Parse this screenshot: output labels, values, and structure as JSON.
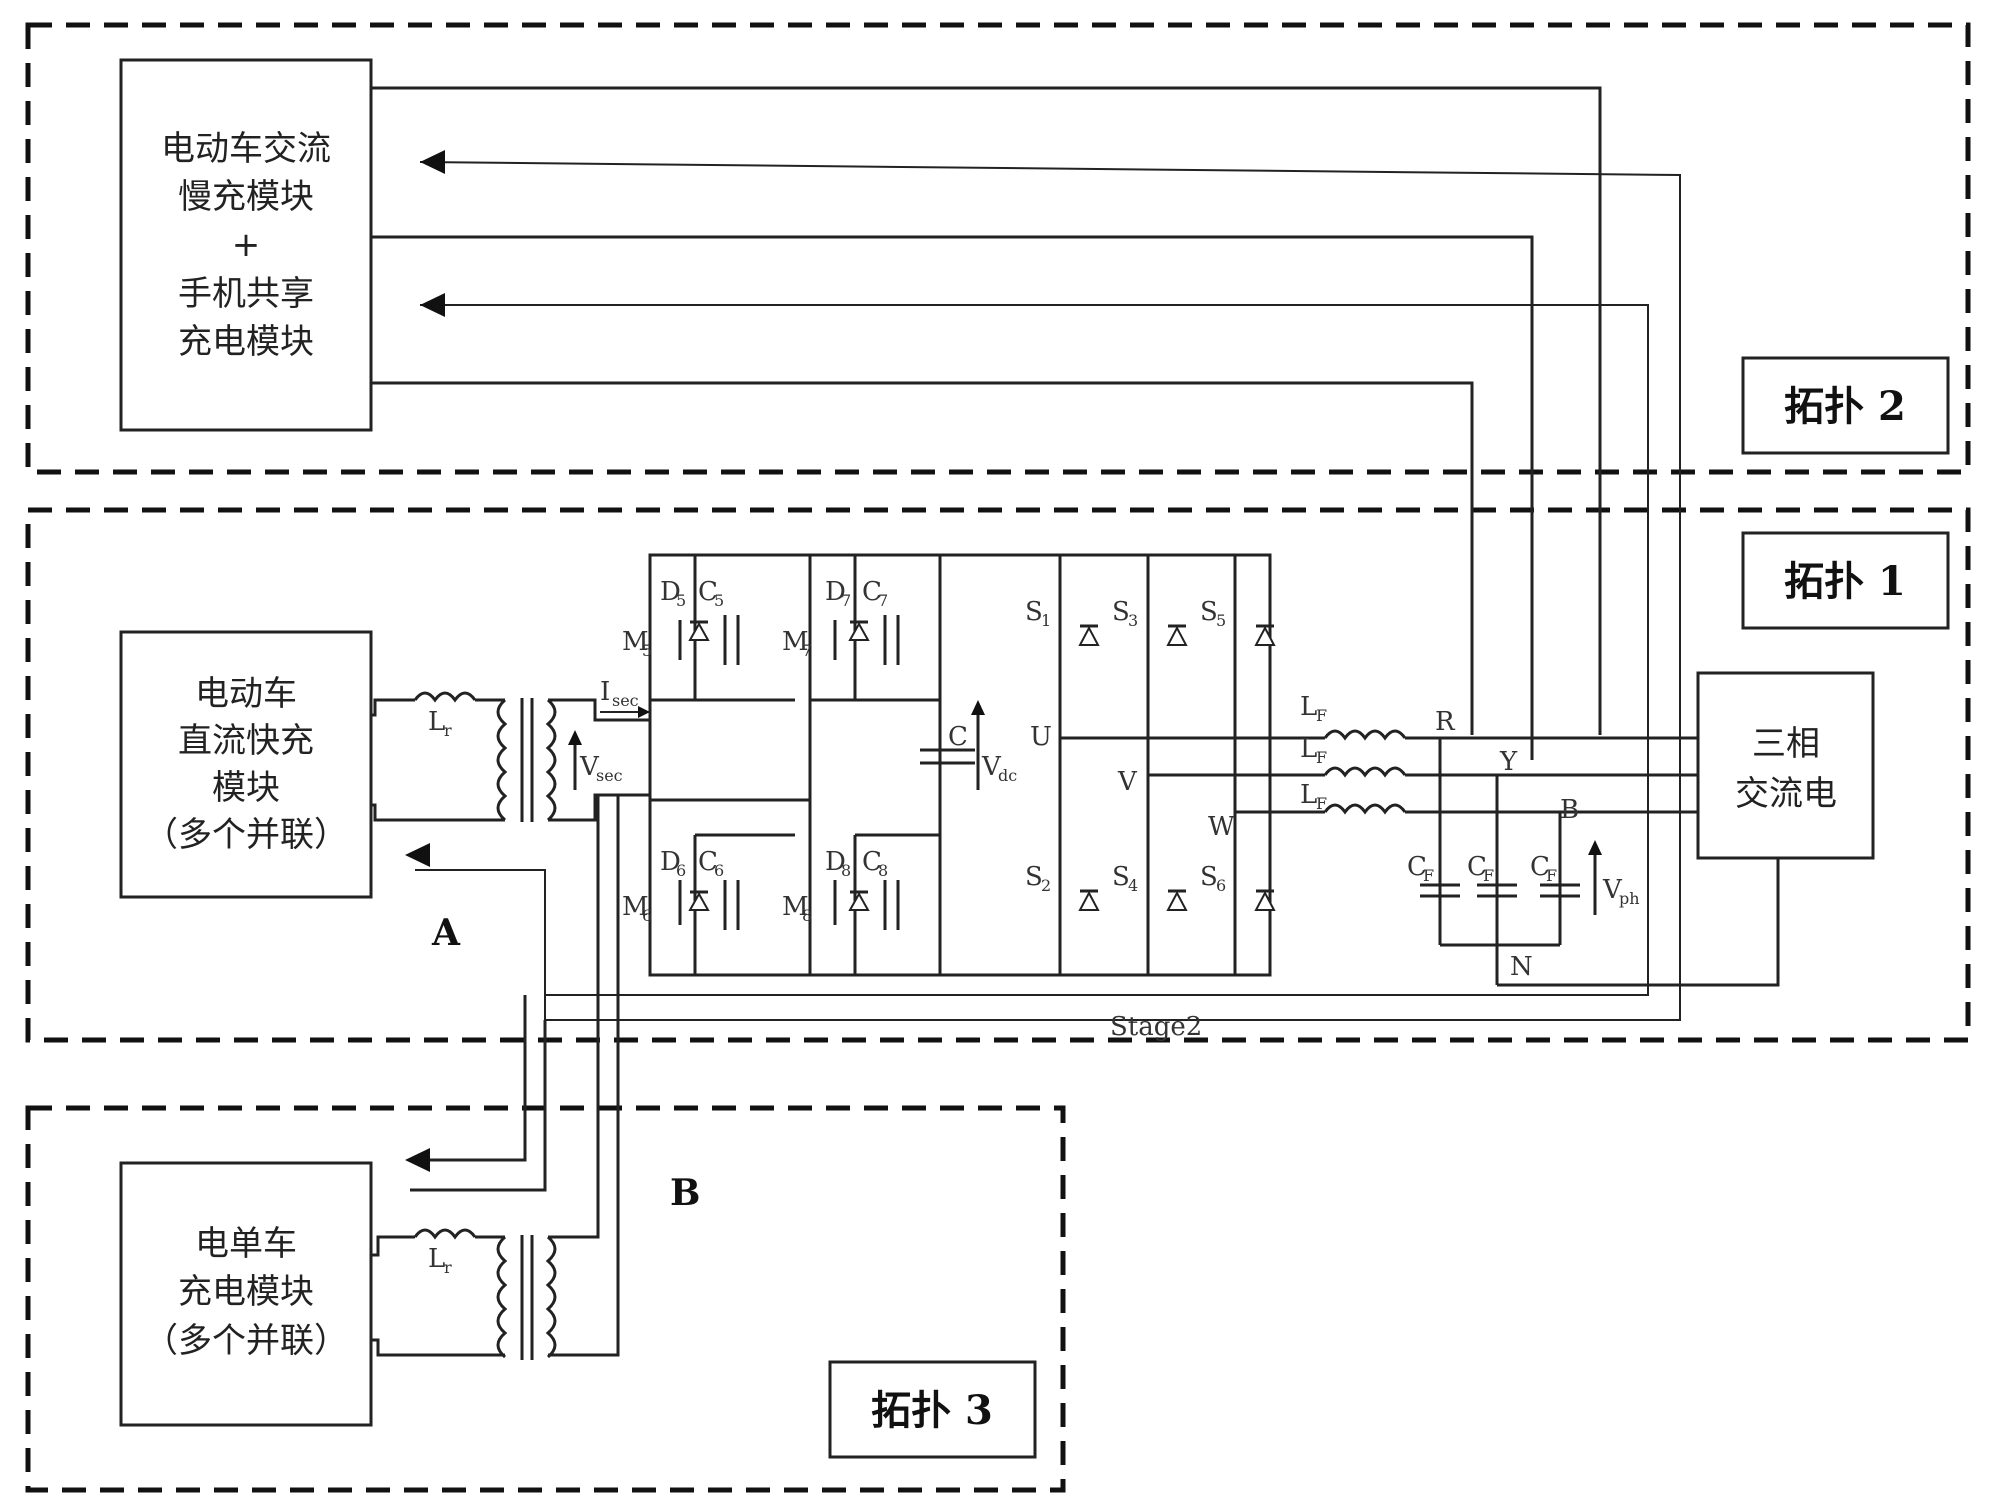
{
  "blocks": {
    "ev_ac": [
      "电动车交流",
      "慢充模块",
      "+",
      "手机共享",
      "充电模块"
    ],
    "ev_dc": [
      "电动车",
      "直流快充",
      "模块",
      "（多个并联）"
    ],
    "ebike": [
      "电单车",
      "充电模块",
      "（多个并联）"
    ],
    "grid": [
      "三相",
      "交流电"
    ]
  },
  "topologies": {
    "t1": "拓扑 1",
    "t2": "拓扑 2",
    "t3": "拓扑 3"
  },
  "markers": {
    "a": "A",
    "b": "B",
    "stage": "Stage2"
  },
  "components": {
    "lr": "L",
    "lr_sub": "r",
    "isec": "I",
    "isec_sub": "sec",
    "vsec": "V",
    "vsec_sub": "sec",
    "m5": "M",
    "m5_sub": "5",
    "m6": "M",
    "m6_sub": "6",
    "m7": "M",
    "m7_sub": "7",
    "m8": "M",
    "m8_sub": "8",
    "d5": "D",
    "d5_sub": "5",
    "d6": "D",
    "d6_sub": "6",
    "d7": "D",
    "d7_sub": "7",
    "d8": "D",
    "d8_sub": "8",
    "c5": "C",
    "c5_sub": "5",
    "c6": "C",
    "c6_sub": "6",
    "c7": "C",
    "c7_sub": "7",
    "c8": "C",
    "c8_sub": "8",
    "c": "C",
    "vdc": "V",
    "vdc_sub": "dc",
    "s1": "S",
    "s1_sub": "1",
    "s2": "S",
    "s2_sub": "2",
    "s3": "S",
    "s3_sub": "3",
    "s4": "S",
    "s4_sub": "4",
    "s5": "S",
    "s5_sub": "5",
    "s6": "S",
    "s6_sub": "6",
    "u": "U",
    "v": "V",
    "w": "W",
    "lf": "L",
    "lf_sub": "F",
    "cf": "C",
    "cf_sub": "F",
    "r": "R",
    "y": "Y",
    "b": "B",
    "n": "N",
    "vph": "V",
    "vph_sub": "ph"
  }
}
